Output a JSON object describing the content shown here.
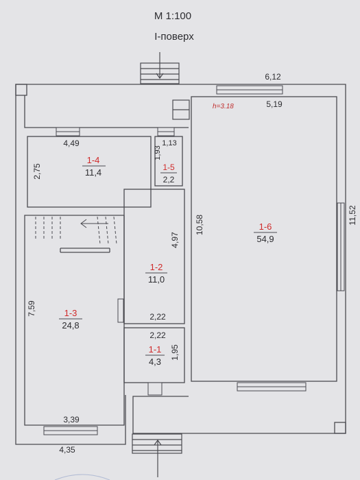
{
  "header": {
    "scale": "М 1:100",
    "floor": "І-поверх"
  },
  "annotation": {
    "height_note": "h=3.18"
  },
  "rooms": [
    {
      "id": "room-1-1",
      "number": "1-1",
      "area": "4,3"
    },
    {
      "id": "room-1-2",
      "number": "1-2",
      "area": "11,0"
    },
    {
      "id": "room-1-3",
      "number": "1-3",
      "area": "24,8"
    },
    {
      "id": "room-1-4",
      "number": "1-4",
      "area": "11,4"
    },
    {
      "id": "room-1-5",
      "number": "1-5",
      "area": "2,2"
    },
    {
      "id": "room-1-6",
      "number": "1-6",
      "area": "54,9"
    }
  ],
  "dimensions": {
    "top_width": "6,12",
    "room6_width": "5,19",
    "right_length": "11,52",
    "room6_length": "10,58",
    "room4_width": "4,49",
    "room4_depth": "2,75",
    "room5_width": "1,13",
    "room5_depth": "1,93",
    "room2_length": "4,97",
    "room2_width": "2,22",
    "room1_width": "2,22",
    "room1_depth": "1,95",
    "room3_length": "7,59",
    "room3_width": "3,39",
    "bottom_width": "4,35"
  },
  "colors": {
    "walls": "#4a4a50",
    "paper": "#e4e4e7",
    "room_marker": "#d02a2a"
  }
}
